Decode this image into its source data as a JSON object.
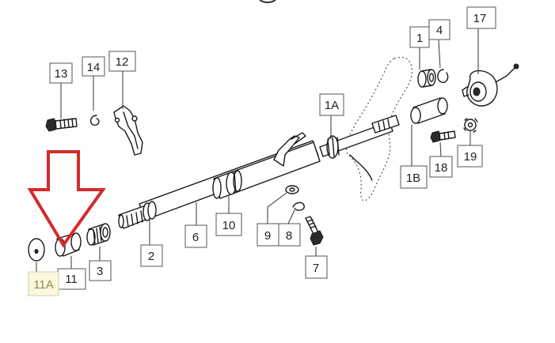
{
  "parts": [
    {
      "id": "13",
      "label": "13"
    },
    {
      "id": "14",
      "label": "14"
    },
    {
      "id": "12",
      "label": "12"
    },
    {
      "id": "1",
      "label": "1"
    },
    {
      "id": "4",
      "label": "4"
    },
    {
      "id": "17",
      "label": "17"
    },
    {
      "id": "1A",
      "label": "1A"
    },
    {
      "id": "1B",
      "label": "1B"
    },
    {
      "id": "18",
      "label": "18"
    },
    {
      "id": "19",
      "label": "19"
    },
    {
      "id": "2",
      "label": "2"
    },
    {
      "id": "6",
      "label": "6"
    },
    {
      "id": "10",
      "label": "10"
    },
    {
      "id": "9",
      "label": "9"
    },
    {
      "id": "8",
      "label": "8"
    },
    {
      "id": "7",
      "label": "7"
    },
    {
      "id": "3",
      "label": "3"
    },
    {
      "id": "11",
      "label": "11"
    },
    {
      "id": "11A",
      "label": "11A"
    }
  ],
  "highlight": {
    "part": "11A",
    "arrow_color": "#d42b2b"
  }
}
